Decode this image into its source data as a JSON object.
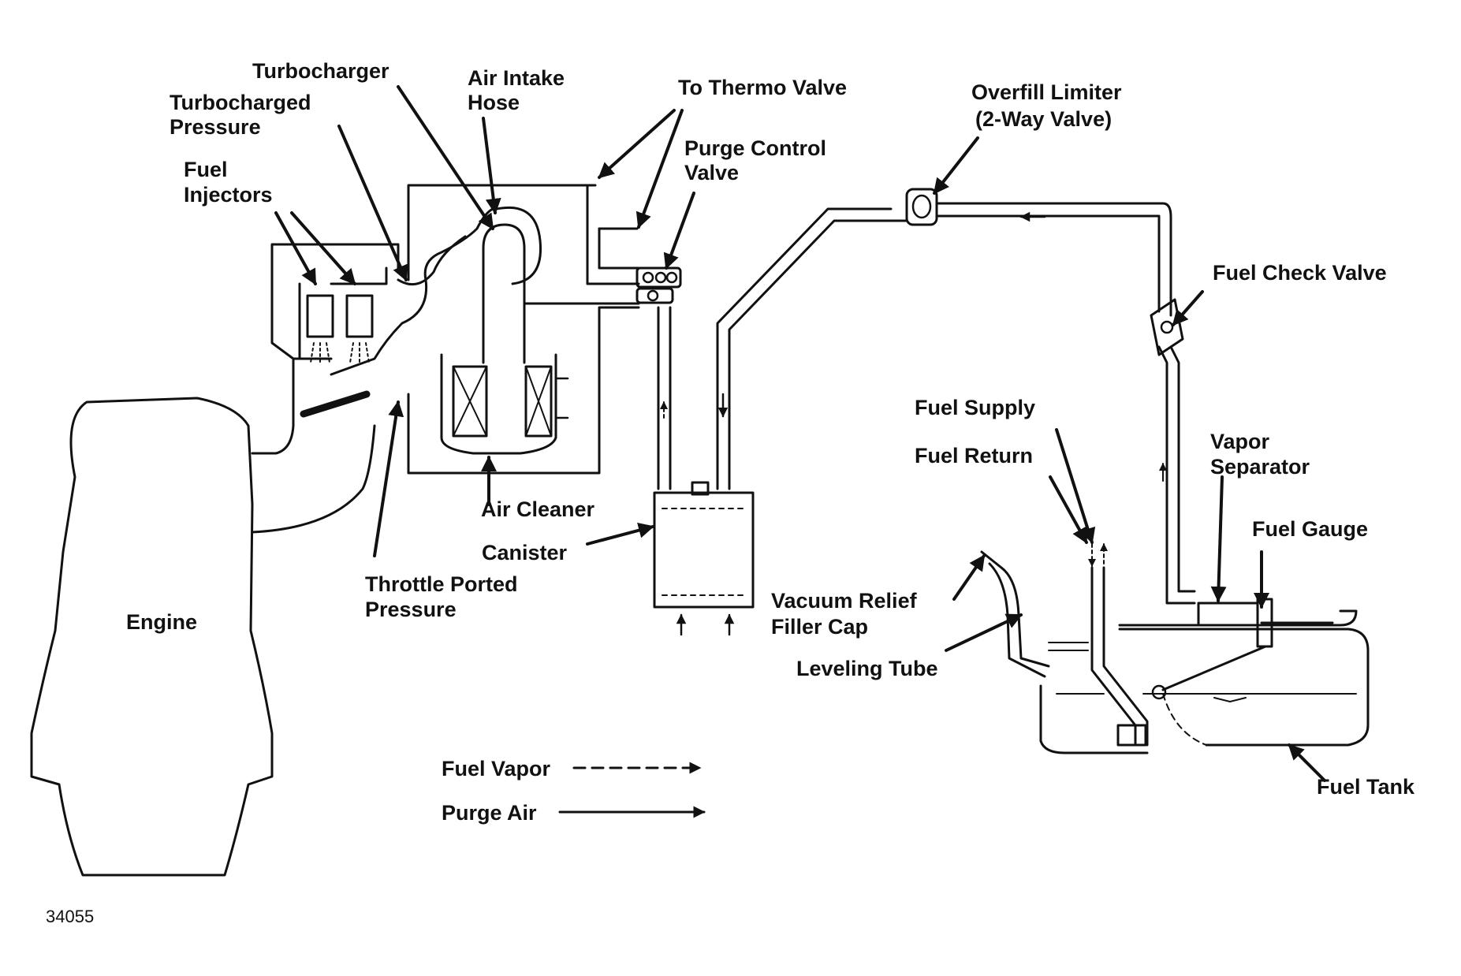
{
  "labels": {
    "turbocharger": "Turbocharger",
    "turbocharged_pressure": [
      "Turbocharged",
      "Pressure"
    ],
    "fuel_injectors": [
      "Fuel",
      "Injectors"
    ],
    "air_intake_hose": [
      "Air Intake",
      "Hose"
    ],
    "to_thermo_valve": "To Thermo Valve",
    "purge_control_valve": [
      "Purge Control",
      "Valve"
    ],
    "overfill_limiter": [
      "Overfill Limiter",
      "(2-Way Valve)"
    ],
    "fuel_check_valve": "Fuel Check Valve",
    "fuel_supply": "Fuel Supply",
    "fuel_return": "Fuel Return",
    "vapor_separator": [
      "Vapor",
      "Separator"
    ],
    "fuel_gauge": "Fuel Gauge",
    "vacuum_relief_filler_cap": [
      "Vacuum Relief",
      "Filler Cap"
    ],
    "leveling_tube": "Leveling Tube",
    "fuel_tank": "Fuel Tank",
    "engine": "Engine",
    "air_cleaner": "Air Cleaner",
    "canister": "Canister",
    "throttle_ported_pressure": [
      "Throttle Ported",
      "Pressure"
    ]
  },
  "legend": {
    "fuel_vapor": "Fuel Vapor",
    "purge_air": "Purge Air"
  },
  "figure_number": "34055"
}
